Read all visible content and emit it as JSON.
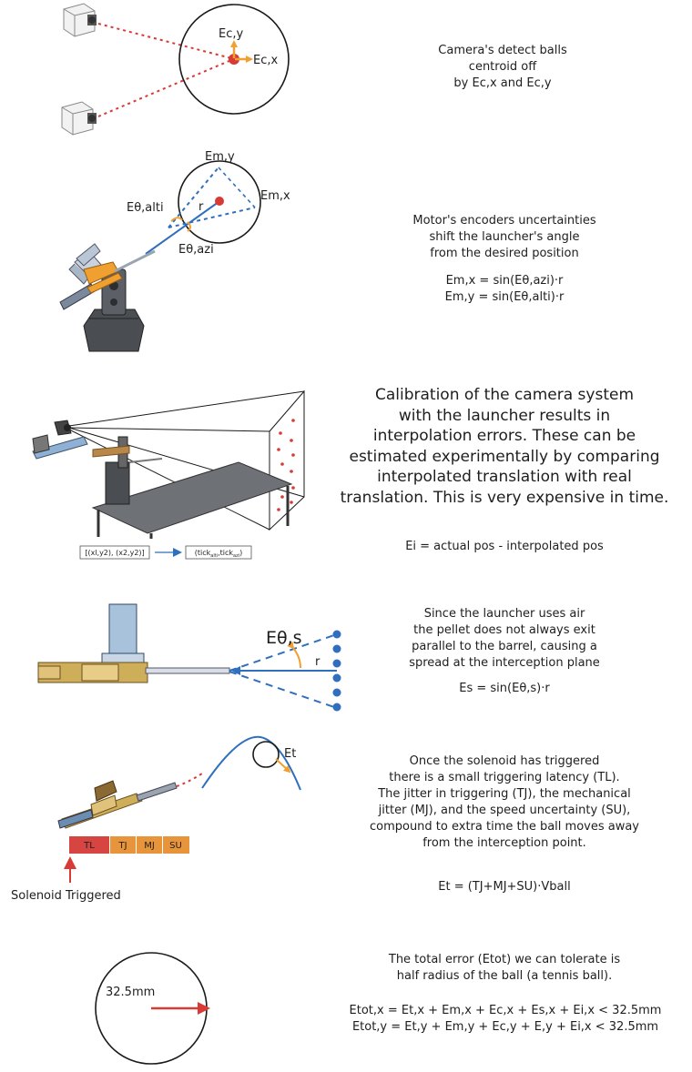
{
  "section1": {
    "label_y": "Ec,y",
    "label_x": "Ec,x",
    "text": [
      "Camera's detect balls",
      "centroid off",
      "by Ec,x and Ec,y"
    ]
  },
  "section2": {
    "label_my": "Em,y",
    "label_mx": "Em,x",
    "label_alti": "Eθ,alti",
    "label_azi": "Eθ,azi",
    "label_r": "r",
    "text": [
      "Motor's encoders uncertainties",
      "shift the launcher's angle",
      "from the desired position"
    ],
    "eq1": "Em,x = sin(Eθ,azi)·r",
    "eq2": "Em,y = sin(Eθ,alti)·r"
  },
  "section3": {
    "text": [
      "Calibration of the camera system",
      "with the launcher results in",
      "interpolation errors. These can be",
      "estimated experimentally by comparing",
      "interpolated translation with real",
      "translation. This is very expensive in time."
    ],
    "eq": "Ei = actual pos - interpolated pos",
    "box_left": "[(xl,y2), (x2,y2)]",
    "box_right": "(tick",
    "box_right_sub1": "alti",
    "box_right_mid": ",tick",
    "box_right_sub2": "azi",
    "box_right_end": ")"
  },
  "section4": {
    "label_es": "Eθ,s",
    "label_r": "r",
    "text": [
      "Since the launcher uses air",
      "the pellet does not always exit",
      "parallel to the barrel, causing a",
      "spread at the interception plane"
    ],
    "eq": "Es = sin(Eθ,s)·r"
  },
  "section5": {
    "label_et": "Et",
    "bars": [
      "TL",
      "TJ",
      "MJ",
      "SU"
    ],
    "solenoid": "Solenoid Triggered",
    "text": [
      "Once the solenoid has triggered",
      "there is a small triggering latency (TL).",
      "The jitter in triggering (TJ), the mechanical",
      "jitter (MJ), and the speed uncertainty (SU),",
      "compound to extra time the ball moves away",
      "from the interception point."
    ],
    "eq": "Et = (TJ+MJ+SU)·Vball"
  },
  "section6": {
    "radius_label": "32.5mm",
    "text": [
      "The total error (Etot) we can tolerate is",
      "half radius of the ball (a tennis ball)."
    ],
    "eq1": "Etot,x = Et,x + Em,x + Ec,x + Es,x + Ei,x < 32.5mm",
    "eq2": "Etot,y = Et,y + Em,y + Ec,y + E,y + Ei,x < 32.5mm"
  },
  "colors": {
    "red": "#d83a36",
    "orange": "#f0a030",
    "blue": "#2f6fbd",
    "bar_red": "#d64541",
    "bar_orange": "#e8943a"
  }
}
